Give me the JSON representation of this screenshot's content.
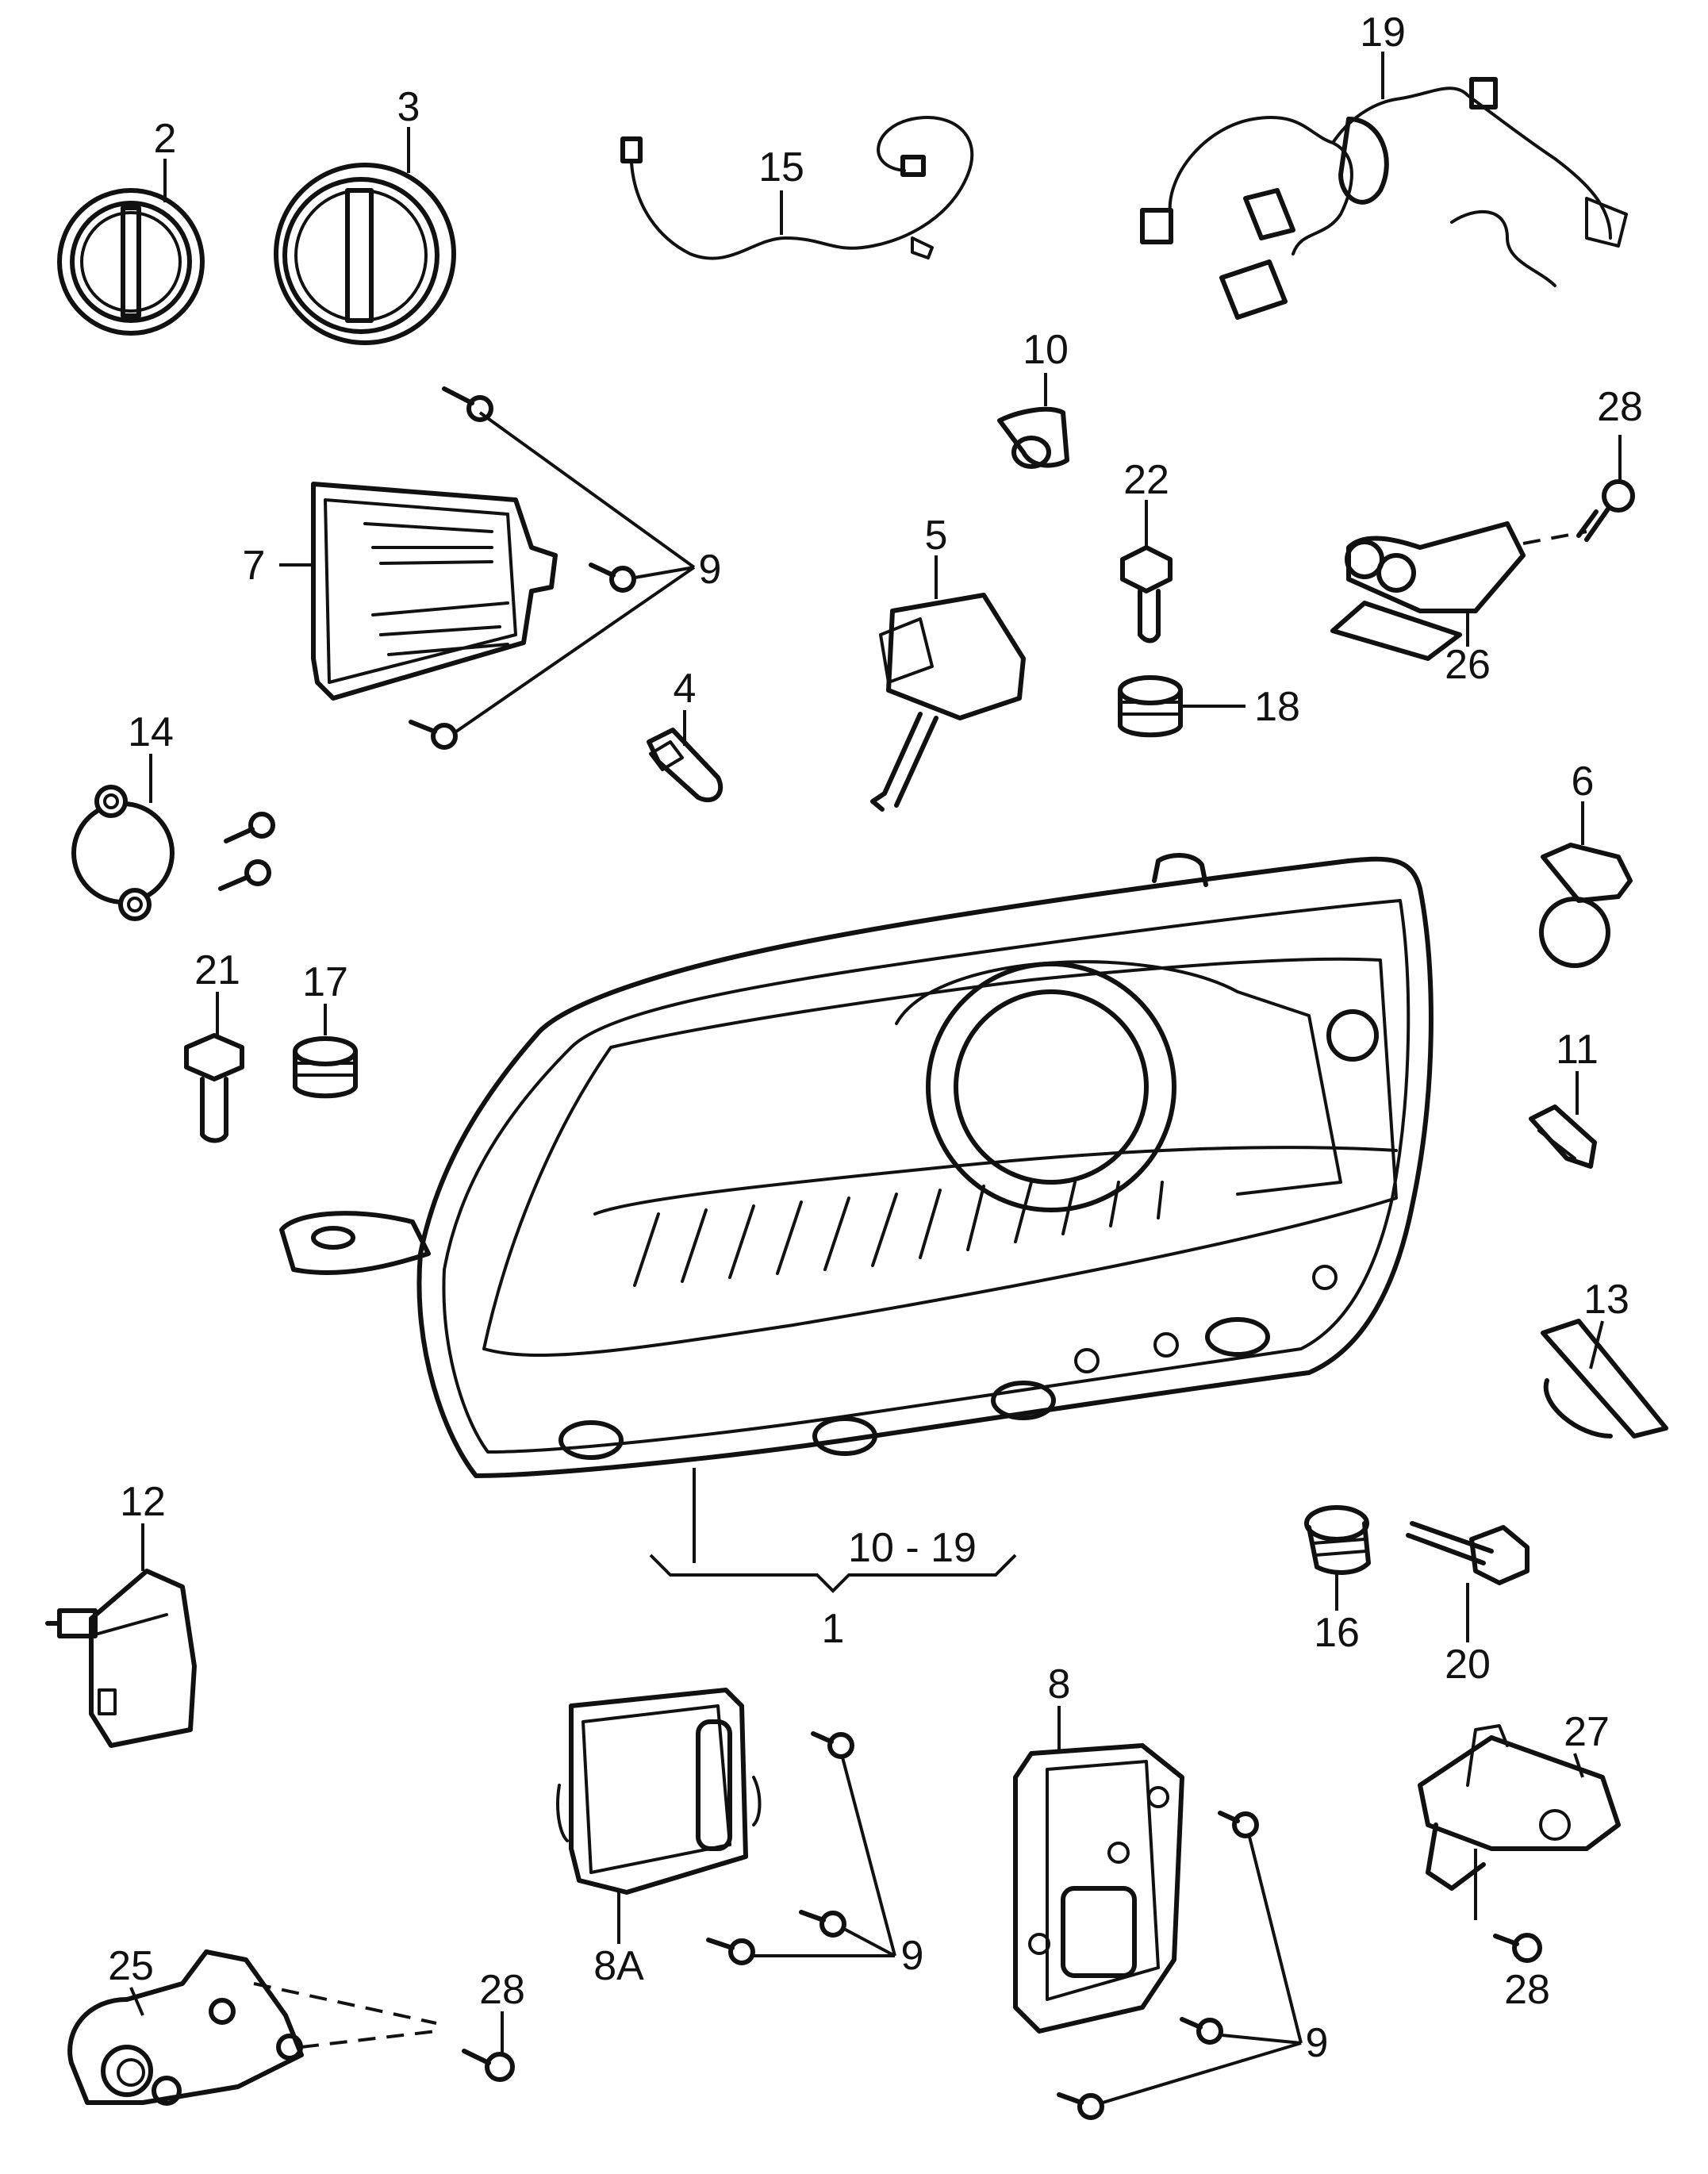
{
  "diagram": {
    "callouts": {
      "c1": "1",
      "c2": "2",
      "c3": "3",
      "c4": "4",
      "c5": "5",
      "c6": "6",
      "c7": "7",
      "c8": "8",
      "c8a": "8A",
      "c9a": "9",
      "c9b": "9",
      "c9c": "9",
      "c10": "10",
      "c10_19": "10 - 19",
      "c11": "11",
      "c12": "12",
      "c13": "13",
      "c14": "14",
      "c15": "15",
      "c16": "16",
      "c17": "17",
      "c18": "18",
      "c19": "19",
      "c20": "20",
      "c21": "21",
      "c22": "22",
      "c25": "25",
      "c26": "26",
      "c27": "27",
      "c28a": "28",
      "c28b": "28",
      "c28c": "28"
    }
  }
}
